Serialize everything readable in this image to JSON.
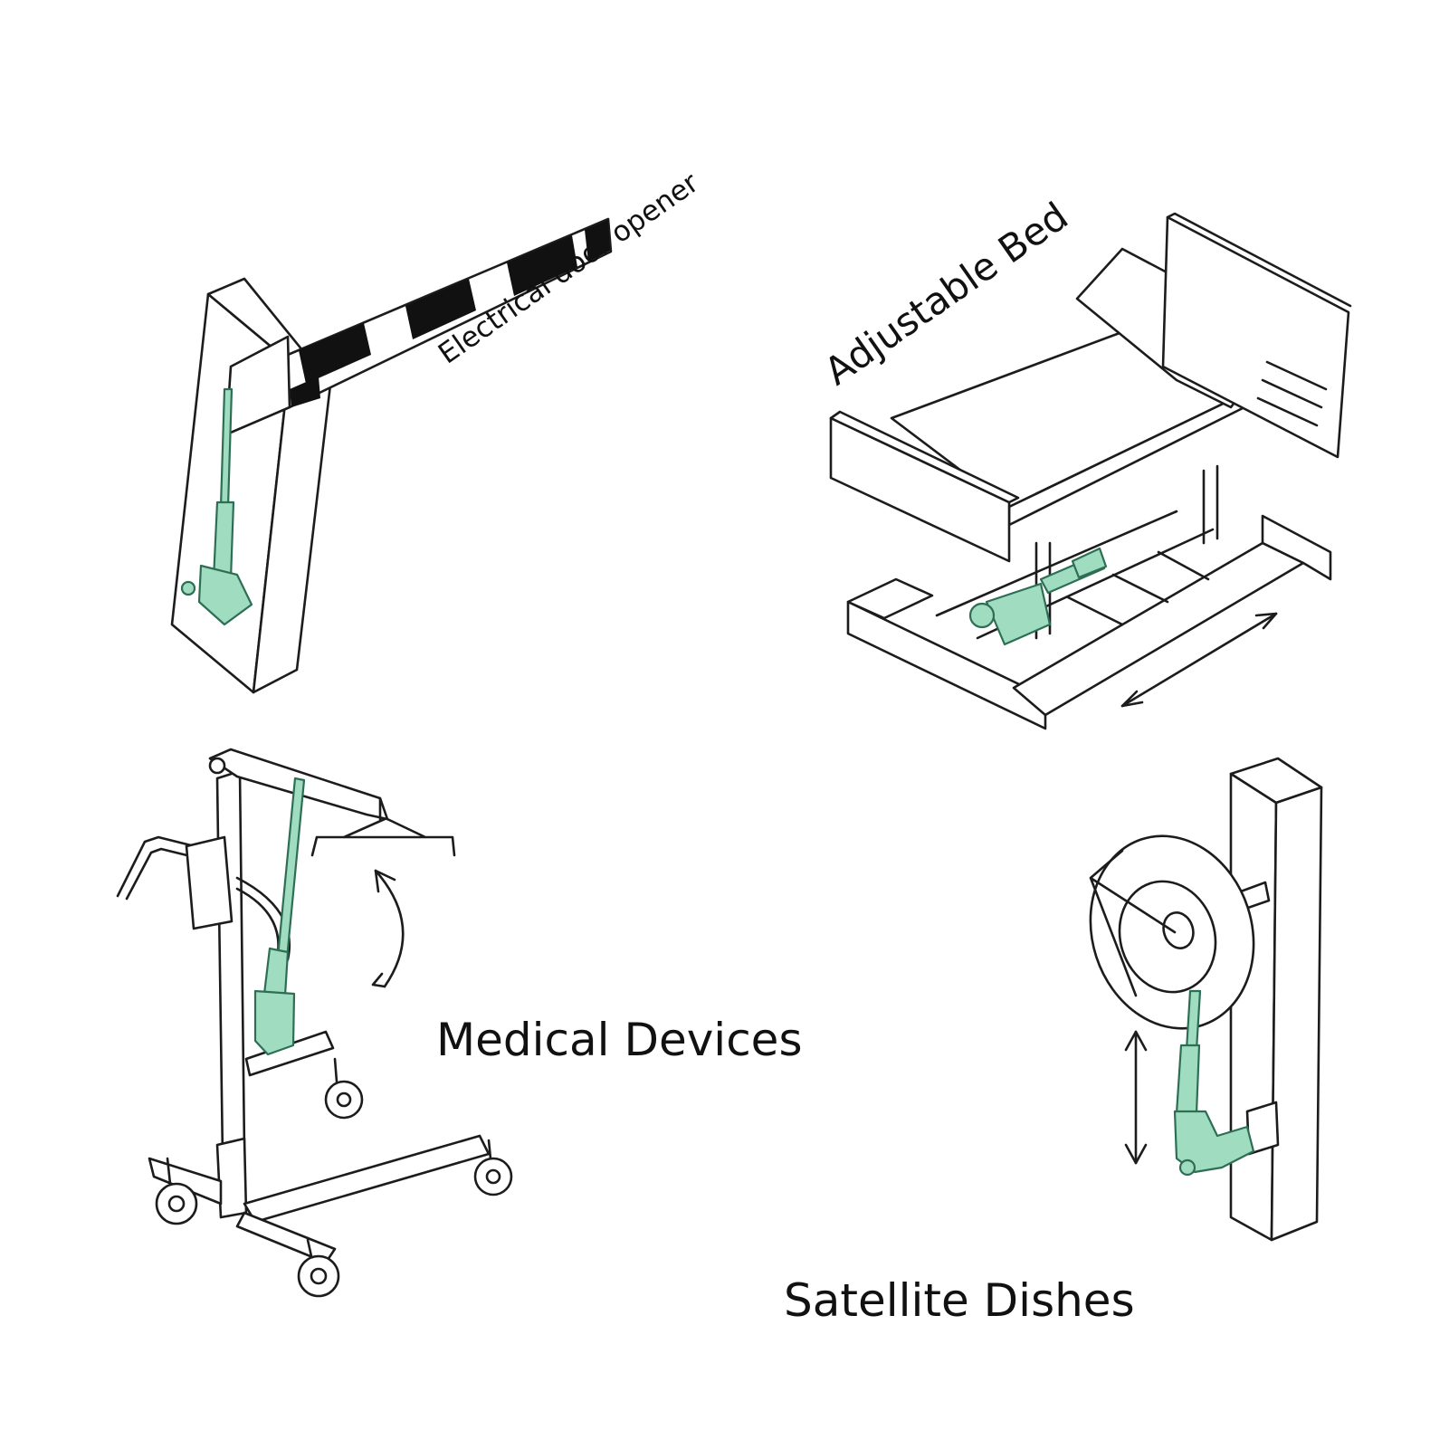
{
  "labels": {
    "door_opener": "Electrical door opener",
    "adjustable_bed": "Adjustable Bed",
    "medical_devices": "Medical Devices",
    "satellite_dishes": "Satellite Dishes"
  },
  "colors": {
    "actuator": "#9fdcc0",
    "line": "#1c1c1c",
    "stripe": "#111111",
    "background": "#ffffff"
  }
}
